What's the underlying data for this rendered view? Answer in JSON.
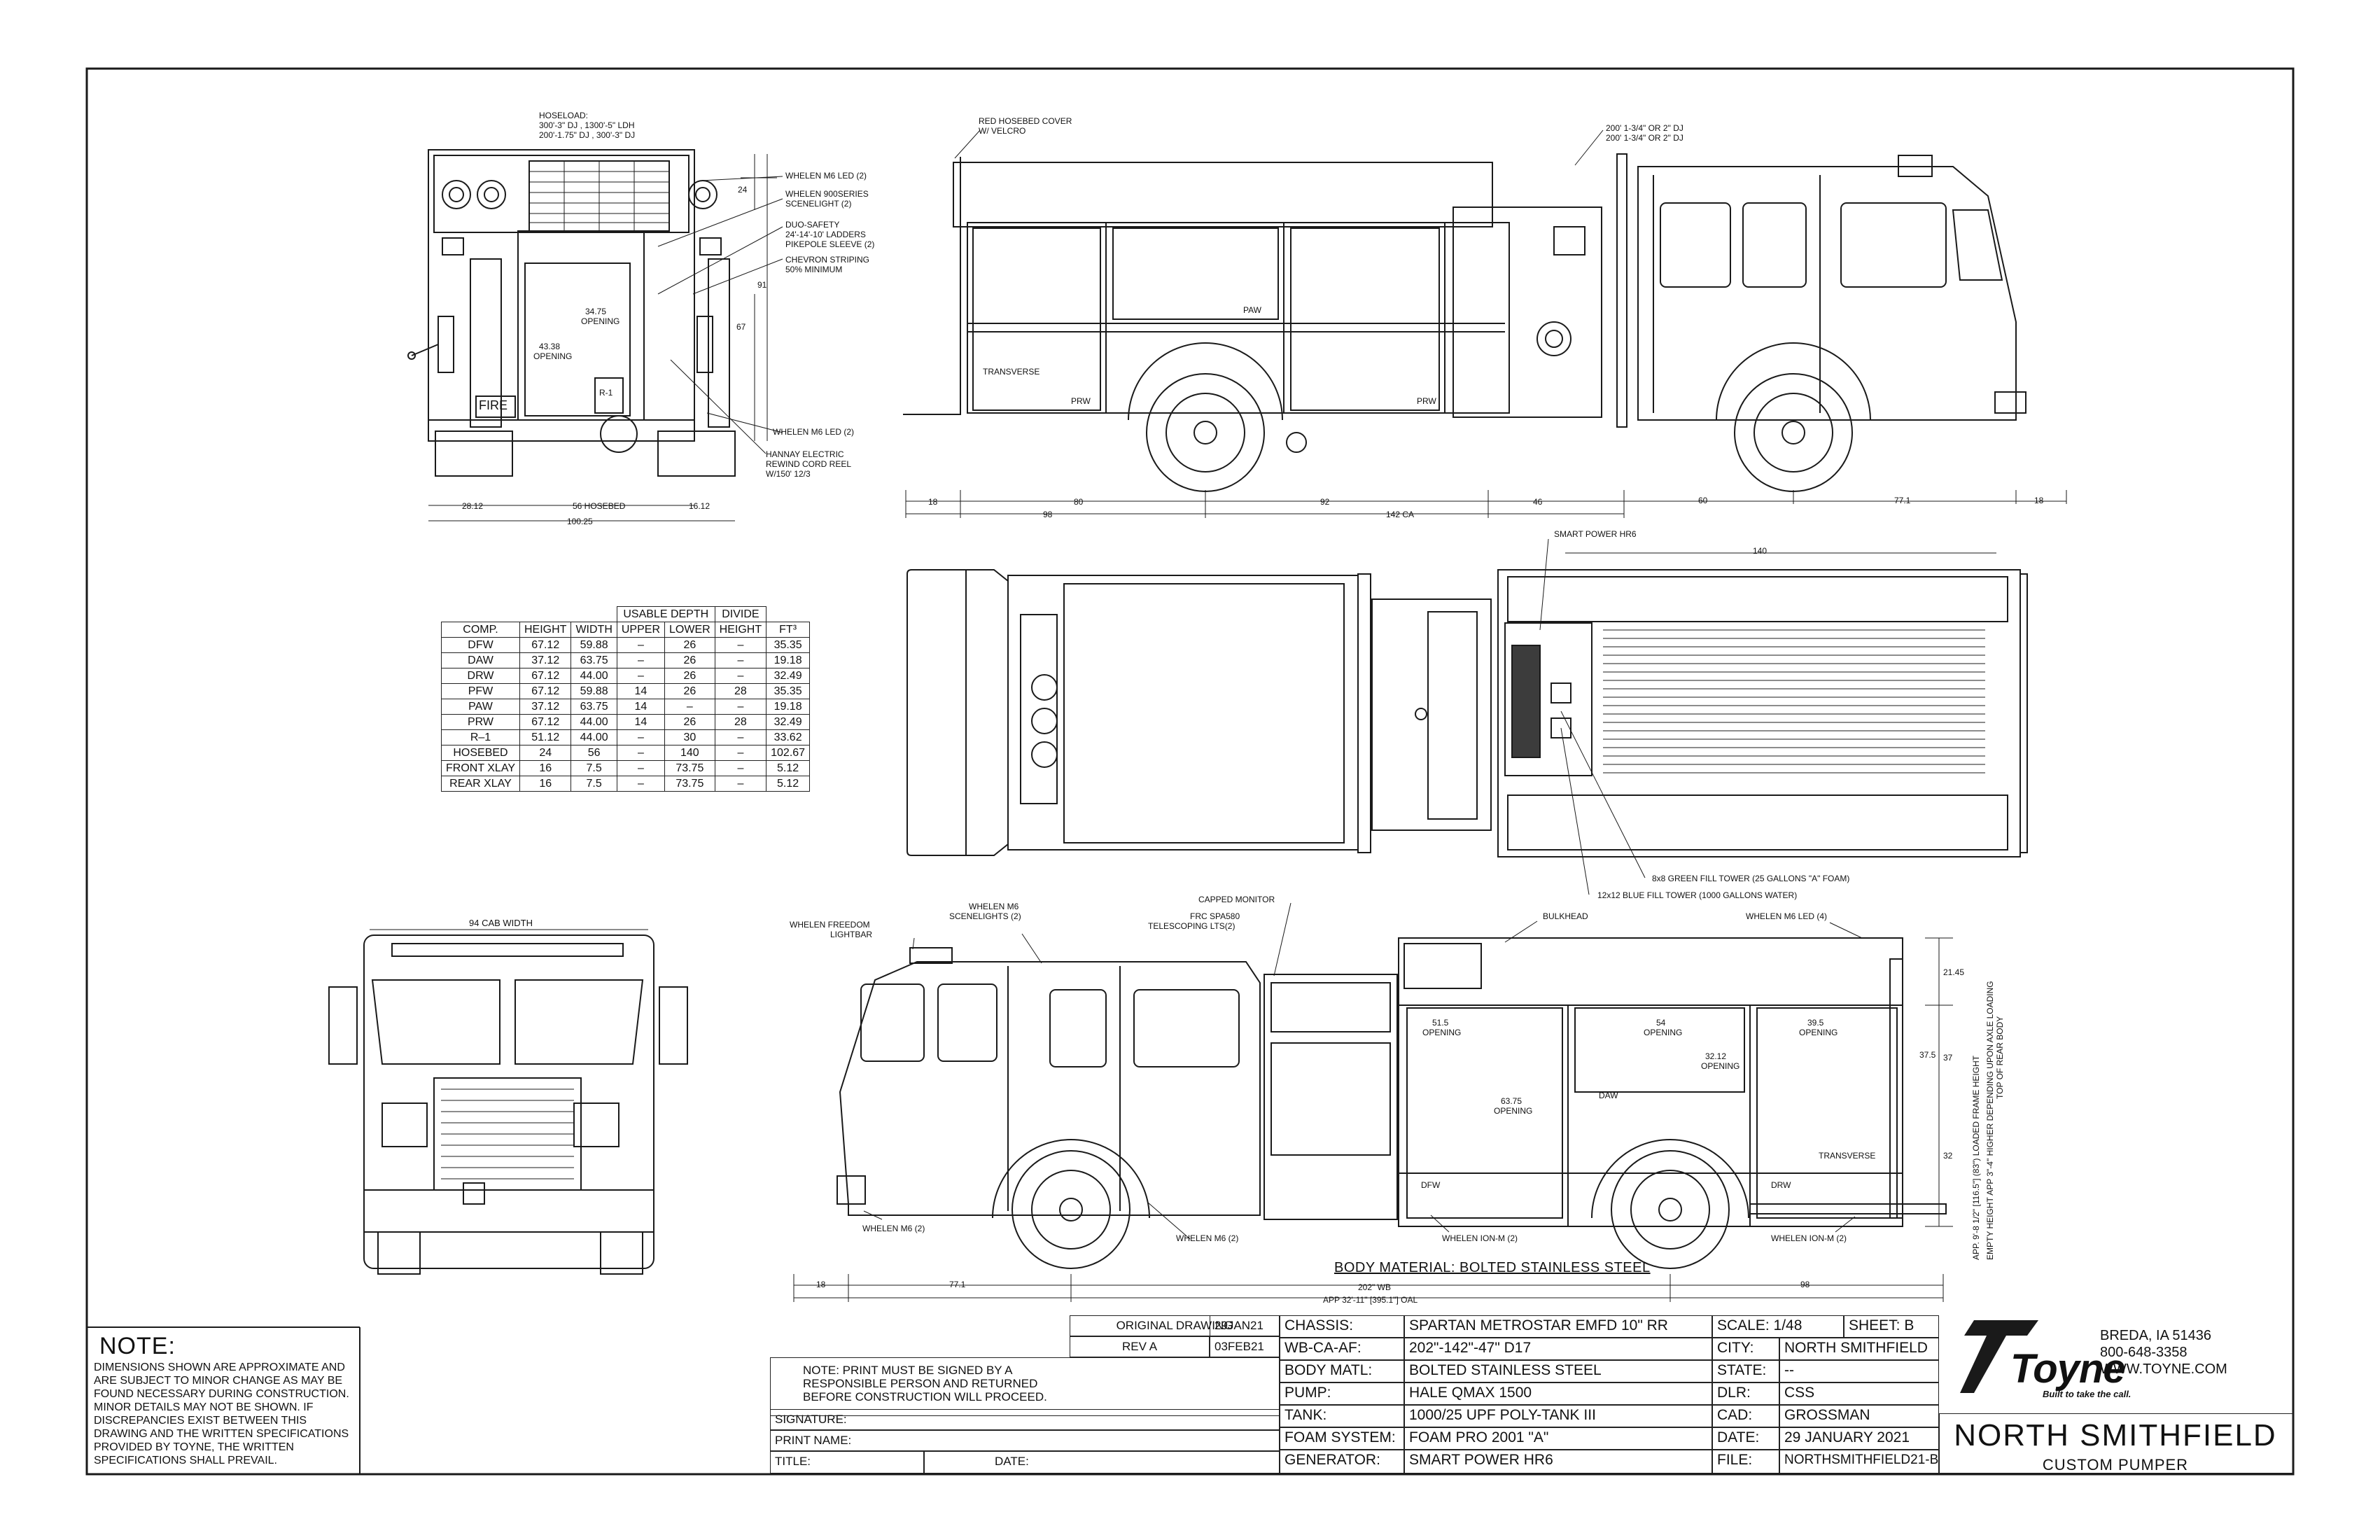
{
  "labels": {
    "hoseload_title": "HOSELOAD:",
    "hoseload_line1": "300'-3\" DJ , 1300'-5\" LDH",
    "hoseload_line2": "200'-1.75\" DJ , 300'-3\" DJ",
    "rear_whelen_m6": "WHELEN M6 LED (2)",
    "rear_whelen_900": "WHELEN 900SERIES",
    "rear_whelen_900b": "SCENELIGHT (2)",
    "duo_safety1": "DUO-SAFETY",
    "duo_safety2": "24'-14'-10' LADDERS",
    "duo_safety3": "PIKEPOLE SLEEVE (2)",
    "chevron1": "CHEVRON STRIPING",
    "chevron2": "50% MINIMUM",
    "rear_whelen_m6b": "WHELEN M6 LED (2)",
    "hannay1": "HANNAY ELECTRIC",
    "hannay2": "REWIND CORD REEL",
    "hannay3": "W/150' 12/3",
    "opening_a": "34.75",
    "opening_a2": "OPENING",
    "opening_b": "43.38",
    "opening_b2": "OPENING",
    "fire": "FIRE",
    "r1": "R-1",
    "dim_24": "24",
    "dim_91": "91",
    "dim_67": "67",
    "dim_2812": "28.12",
    "dim_56hb": "56 HOSEBED",
    "dim_1612": "16.12",
    "dim_10025": "100.25",
    "red_cover1": "RED HOSEBED COVER",
    "red_cover2": "W/ VELCRO",
    "dj1": "200' 1-3/4\" OR 2\" DJ",
    "dj2": "200' 1-3/4\" OR 2\" DJ",
    "transverse": "TRANSVERSE",
    "paw": "PAW",
    "prw": "PRW",
    "prw2": "PRW",
    "dim_18a": "18",
    "dim_80": "80",
    "dim_92": "92",
    "dim_46": "46",
    "dim_60": "60",
    "dim_771": "77.1",
    "dim_18b": "18",
    "dim_98": "98",
    "dim_142ca": "142 CA",
    "smart_power": "SMART POWER HR6",
    "dim_140": "140",
    "green_tower": "8x8 GREEN FILL TOWER (25 GALLONS \"A\" FOAM)",
    "blue_tower": "12x12 BLUE FILL TOWER (1000 GALLONS WATER)",
    "cab_width": "94 CAB WIDTH",
    "freedom1": "WHELEN FREEDOM",
    "freedom2": "LIGHTBAR",
    "m6_scene1": "WHELEN M6",
    "m6_scene2": "SCENELIGHTS (2)",
    "capped": "CAPPED MONITOR",
    "frc1": "FRC SPA580",
    "frc2": "TELESCOPING LTS(2)",
    "bulkhead": "BULKHEAD",
    "m6_led4": "WHELEN M6 LED (4)",
    "open515": "51.5",
    "open515b": "OPENING",
    "open54": "54",
    "open54b": "OPENING",
    "open395": "39.5",
    "open395b": "OPENING",
    "open3212": "32.12",
    "open3212b": "OPENING",
    "open6375": "63.75",
    "open6375b": "OPENING",
    "daw": "DAW",
    "dfw": "DFW",
    "drw": "DRW",
    "transverse2": "TRANSVERSE",
    "dim_2145": "21.45",
    "dim_375": "37.5",
    "dim_37": "37",
    "dim_32": "32",
    "height_note": "APP. 9'-8 1/2\" [116.5\"] (83\") LOADED FRAME HEIGHT",
    "height_note2": "EMPTY HEIGHT APP 3\"-4\" HIGHER DEPENDING UPON AXLE LOADING",
    "height_note3": "TOP OF REAR BODY",
    "ion_m1": "WHELEN ION-M (2)",
    "ion_m2": "WHELEN ION-M (2)",
    "m6_2a": "WHELEN M6 (2)",
    "m6_2b": "WHELEN M6 (2)",
    "dim_18c": "18",
    "dim_771b": "77.1",
    "dim_202wb": "202\" WB",
    "dim_98b": "98",
    "dim_oal": "APP 32'-11\" [395.1\"] OAL",
    "body_material": "BODY MATERIAL: BOLTED STAINLESS STEEL"
  },
  "table": {
    "group_header1": "USABLE  DEPTH",
    "group_header2": "DIVIDE",
    "headers": [
      "COMP.",
      "HEIGHT",
      "WIDTH",
      "UPPER",
      "LOWER",
      "HEIGHT",
      "FT³"
    ],
    "rows": [
      [
        "DFW",
        "67.12",
        "59.88",
        "–",
        "26",
        "–",
        "35.35"
      ],
      [
        "DAW",
        "37.12",
        "63.75",
        "–",
        "26",
        "–",
        "19.18"
      ],
      [
        "DRW",
        "67.12",
        "44.00",
        "–",
        "26",
        "–",
        "32.49"
      ],
      [
        "PFW",
        "67.12",
        "59.88",
        "14",
        "26",
        "28",
        "35.35"
      ],
      [
        "PAW",
        "37.12",
        "63.75",
        "14",
        "–",
        "–",
        "19.18"
      ],
      [
        "PRW",
        "67.12",
        "44.00",
        "14",
        "26",
        "28",
        "32.49"
      ],
      [
        "R–1",
        "51.12",
        "44.00",
        "–",
        "30",
        "–",
        "33.62"
      ],
      [
        "HOSEBED",
        "24",
        "56",
        "–",
        "140",
        "–",
        "102.67"
      ],
      [
        "FRONT  XLAY",
        "16",
        "7.5",
        "–",
        "73.75",
        "–",
        "5.12"
      ],
      [
        "REAR  XLAY",
        "16",
        "7.5",
        "–",
        "73.75",
        "–",
        "5.12"
      ]
    ]
  },
  "note": {
    "title": "NOTE:",
    "body": "DIMENSIONS SHOWN ARE APPROXIMATE AND ARE SUBJECT TO MINOR CHANGE AS MAY BE FOUND NECESSARY DURING CONSTRUCTION. MINOR DETAILS MAY NOT BE SHOWN. IF DISCREPANCIES EXIST BETWEEN THIS DRAWING AND THE WRITTEN SPECIFICATIONS PROVIDED BY TOYNE, THE WRITTEN SPECIFICATIONS SHALL PREVAIL."
  },
  "title_block": {
    "original_drawing": "ORIGINAL DRAWING",
    "original_date": "29JAN21",
    "rev": "REV A",
    "rev_date": "03FEB21",
    "sign_note1": "NOTE:  PRINT MUST BE SIGNED BY A",
    "sign_note2": "RESPONSIBLE PERSON AND RETURNED",
    "sign_note3": "BEFORE CONSTRUCTION WILL PROCEED.",
    "signature": "SIGNATURE:",
    "print_name": "PRINT NAME:",
    "title": "TITLE:",
    "date": "DATE:",
    "chassis_k": "CHASSIS:",
    "chassis_v": "SPARTAN METROSTAR EMFD 10\" RR",
    "wb_k": "WB-CA-AF:",
    "wb_v": "202\"-142\"-47\"  D17",
    "body_k": "BODY MATL:",
    "body_v": "BOLTED STAINLESS STEEL",
    "pump_k": "PUMP:",
    "pump_v": "HALE QMAX 1500",
    "tank_k": "TANK:",
    "tank_v": "1000/25 UPF POLY-TANK III",
    "foam_k": "FOAM SYSTEM:",
    "foam_v": "FOAM PRO 2001 \"A\"",
    "gen_k": "GENERATOR:",
    "gen_v": "SMART POWER HR6",
    "scale_k": "SCALE:",
    "scale_v": "1/48",
    "sheet_k": "SHEET:",
    "sheet_v": "B",
    "city_k": "CITY:",
    "city_v": "NORTH SMITHFIELD",
    "state_k": "STATE:",
    "state_v": "--",
    "dlr_k": "DLR:",
    "dlr_v": "CSS",
    "cad_k": "CAD:",
    "cad_v": "GROSSMAN",
    "date_k": "DATE:",
    "date_v": "29 JANUARY 2021",
    "file_k": "FILE:",
    "file_v": "NORTHSMITHFIELD21-B",
    "brand": "Toyne",
    "tagline": "Built to take the call.",
    "addr1": "BREDA, IA 51436",
    "addr2": "800-648-3358",
    "addr3": "WWW.TOYNE.COM",
    "project": "NORTH SMITHFIELD",
    "project_sub": "CUSTOM PUMPER"
  },
  "colors": {
    "line": "#1a1a1a",
    "paper": "#ffffff"
  }
}
